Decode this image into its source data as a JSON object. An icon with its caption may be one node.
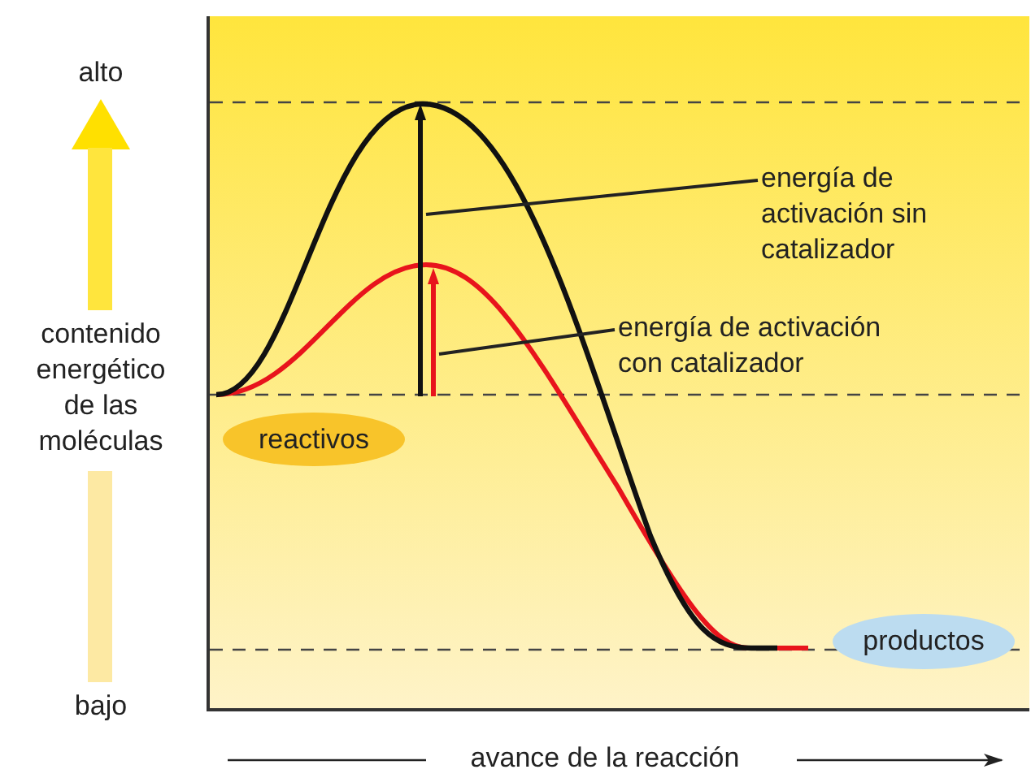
{
  "diagram": {
    "nodes": [
      {
        "text": [
          "energía de activación sin catalizador"
        ]
      },
      {
        "text": [],
        "shape": "arrow"
      },
      {
        "text": [
          "energía de activación con catalizador"
        ]
      },
      {
        "text": [],
        "shape": "arrow"
      },
      {
        "text": [
          "reactivos"
        ]
      },
      {
        "text": [
          "productos"
        ]
      }
    ],
    "edges": [
      {
        "from": 0,
        "to": 1,
        "arrow": "none"
      },
      {
        "from": 2,
        "to": 3,
        "arrow": "none"
      }
    ],
    "labels": [
      "alto",
      "contenido energético de las moléculas",
      "bajo",
      "avance de la reacción"
    ]
  }
}
